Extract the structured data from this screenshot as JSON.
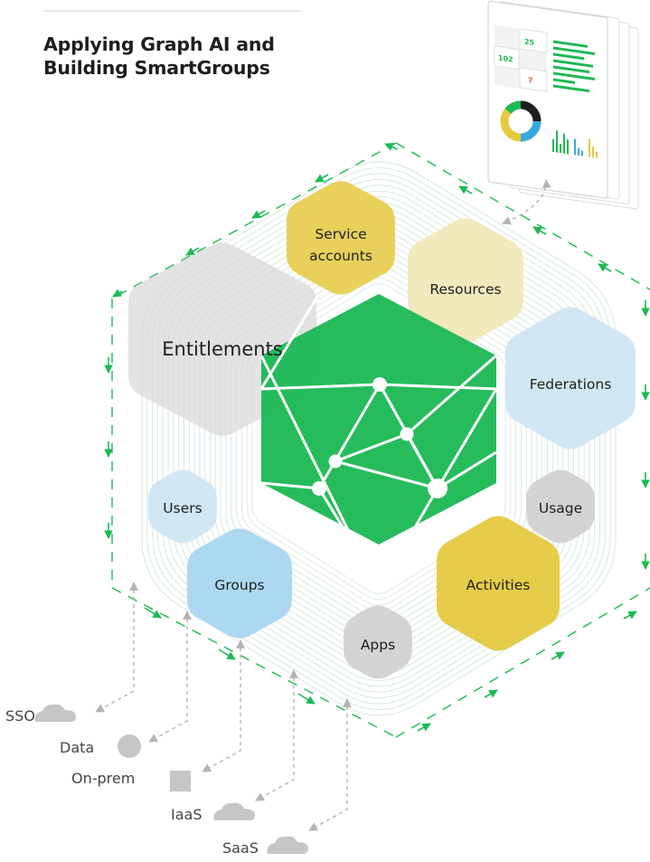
{
  "header": {
    "title_line1": "Applying Graph AI and",
    "title_line2": "Building SmartGroups"
  },
  "dashboard": {
    "numbers": [
      "25",
      "102",
      "7"
    ]
  },
  "nodes": {
    "service_accounts_line1": "Service",
    "service_accounts_line2": "accounts",
    "resources": "Resources",
    "entitlements": "Entitlements",
    "federations": "Federations",
    "usage": "Usage",
    "users": "Users",
    "groups": "Groups",
    "apps": "Apps",
    "activities": "Activities"
  },
  "sources": [
    {
      "label": "SSO",
      "icon": "cloud-icon"
    },
    {
      "label": "Data",
      "icon": "circle-icon"
    },
    {
      "label": "On-prem",
      "icon": "square-icon"
    },
    {
      "label": "IaaS",
      "icon": "cloud-icon"
    },
    {
      "label": "SaaS",
      "icon": "cloud-icon"
    }
  ],
  "colors": {
    "green": "#1db954",
    "yellow_strong": "#e5c93f",
    "yellow_light": "#f1e8b8",
    "blue_strong": "#a9d6f0",
    "blue_light": "#cfe6f3",
    "gray_strong": "#cfcfcf",
    "gray_light": "#d8d8d8",
    "text_dark": "#1e1e1e",
    "text_gray": "#444444"
  }
}
